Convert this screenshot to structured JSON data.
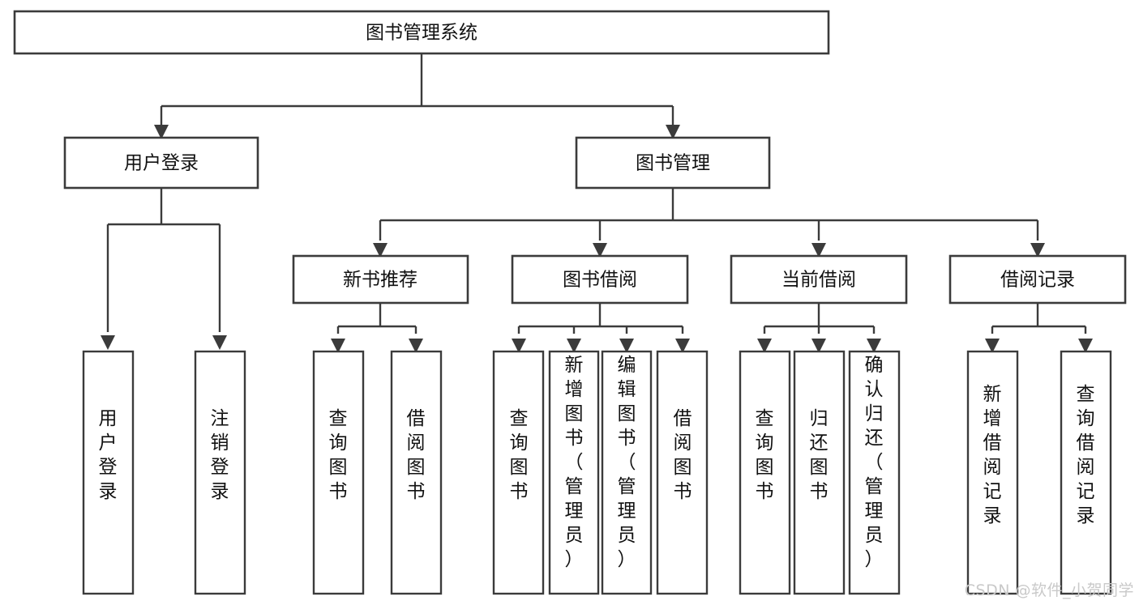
{
  "diagram": {
    "type": "tree-hierarchy",
    "orientation": "top-down",
    "root": {
      "id": "root",
      "label": "图书管理系统"
    },
    "level2": [
      {
        "id": "user-login",
        "label": "用户登录"
      },
      {
        "id": "book-manage",
        "label": "图书管理"
      }
    ],
    "level3": [
      {
        "id": "new-book-recommend",
        "label": "新书推荐",
        "parent": "book-manage"
      },
      {
        "id": "book-borrow",
        "label": "图书借阅",
        "parent": "book-manage"
      },
      {
        "id": "current-borrow",
        "label": "当前借阅",
        "parent": "book-manage"
      },
      {
        "id": "borrow-record",
        "label": "借阅记录",
        "parent": "book-manage"
      }
    ],
    "leaves": {
      "user-login": [
        {
          "id": "leaf-user-login",
          "label": "用户登录"
        },
        {
          "id": "leaf-user-logout",
          "label": "注销登录"
        }
      ],
      "new-book-recommend": [
        {
          "id": "leaf-query-book-1",
          "label": "查询图书"
        },
        {
          "id": "leaf-borrow-book-1",
          "label": "借阅图书"
        }
      ],
      "book-borrow": [
        {
          "id": "leaf-query-book-2",
          "label": "查询图书"
        },
        {
          "id": "leaf-add-book",
          "label": "新增图书（管理员）"
        },
        {
          "id": "leaf-edit-book",
          "label": "编辑图书（管理员）"
        },
        {
          "id": "leaf-borrow-book-2",
          "label": "借阅图书"
        }
      ],
      "current-borrow": [
        {
          "id": "leaf-query-book-3",
          "label": "查询图书"
        },
        {
          "id": "leaf-return-book",
          "label": "归还图书"
        },
        {
          "id": "leaf-confirm-return",
          "label": "确认归还（管理员）"
        }
      ],
      "borrow-record": [
        {
          "id": "leaf-add-record",
          "label": "新增借阅记录"
        },
        {
          "id": "leaf-query-record",
          "label": "查询借阅记录"
        }
      ]
    },
    "colors": {
      "stroke": "#3b3b3b",
      "fill": "#ffffff",
      "text": "#111111",
      "background": "#ffffff",
      "watermark": "#c9c9c9"
    }
  },
  "watermark": {
    "text": "CSDN @软件_小贺同学"
  }
}
